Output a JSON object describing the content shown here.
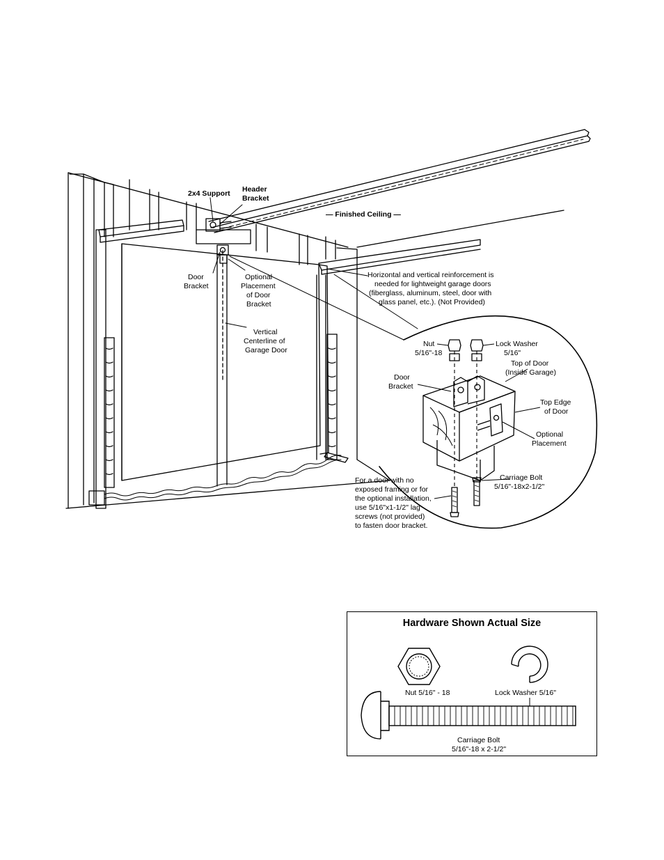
{
  "diagram": {
    "labels": {
      "support_2x4": "2x4 Support",
      "header_bracket_1": "Header",
      "header_bracket_2": "Bracket",
      "finished_ceiling": "— Finished Ceiling —",
      "door_bracket_1": "Door",
      "door_bracket_2": "Bracket",
      "optional_1": "Optional",
      "optional_2": "Placement",
      "optional_3": "of Door",
      "optional_4": "Bracket",
      "reinforce_1": "Horizontal and vertical reinforcement is",
      "reinforce_2": "needed for lightweight garage doors",
      "reinforce_3": "(fiberglass, aluminum, steel, door with",
      "reinforce_4": "glass panel, etc.). (Not Provided)",
      "centerline_1": "Vertical",
      "centerline_2": "Centerline of",
      "centerline_3": "Garage Door"
    },
    "detail": {
      "nut_1": "Nut",
      "nut_2": "5/16\"-18",
      "lock_washer_1": "Lock Washer",
      "lock_washer_2": "5/16\"",
      "top_of_door_1": "Top of Door",
      "top_of_door_2": "(Inside Garage)",
      "door_bracket_1": "Door",
      "door_bracket_2": "Bracket",
      "top_edge_1": "Top Edge",
      "top_edge_2": "of Door",
      "optional_1": "Optional",
      "optional_2": "Placement",
      "carriage_1": "Carriage Bolt",
      "carriage_2": "5/16\"-18x2-1/2\"",
      "note_1": "For a door with no",
      "note_2": "exposed framing or for",
      "note_3": "the optional installation,",
      "note_4": "use 5/16\"x1-1/2\" lag",
      "note_5": "screws (not provided)",
      "note_6": "to fasten door bracket."
    }
  },
  "hardware": {
    "title": "Hardware Shown Actual Size",
    "nut_label": "Nut  5/16\" - 18",
    "washer_label": "Lock Washer  5/16\"",
    "bolt_label_1": "Carriage Bolt",
    "bolt_label_2": "5/16\"-18 x 2-1/2\""
  }
}
